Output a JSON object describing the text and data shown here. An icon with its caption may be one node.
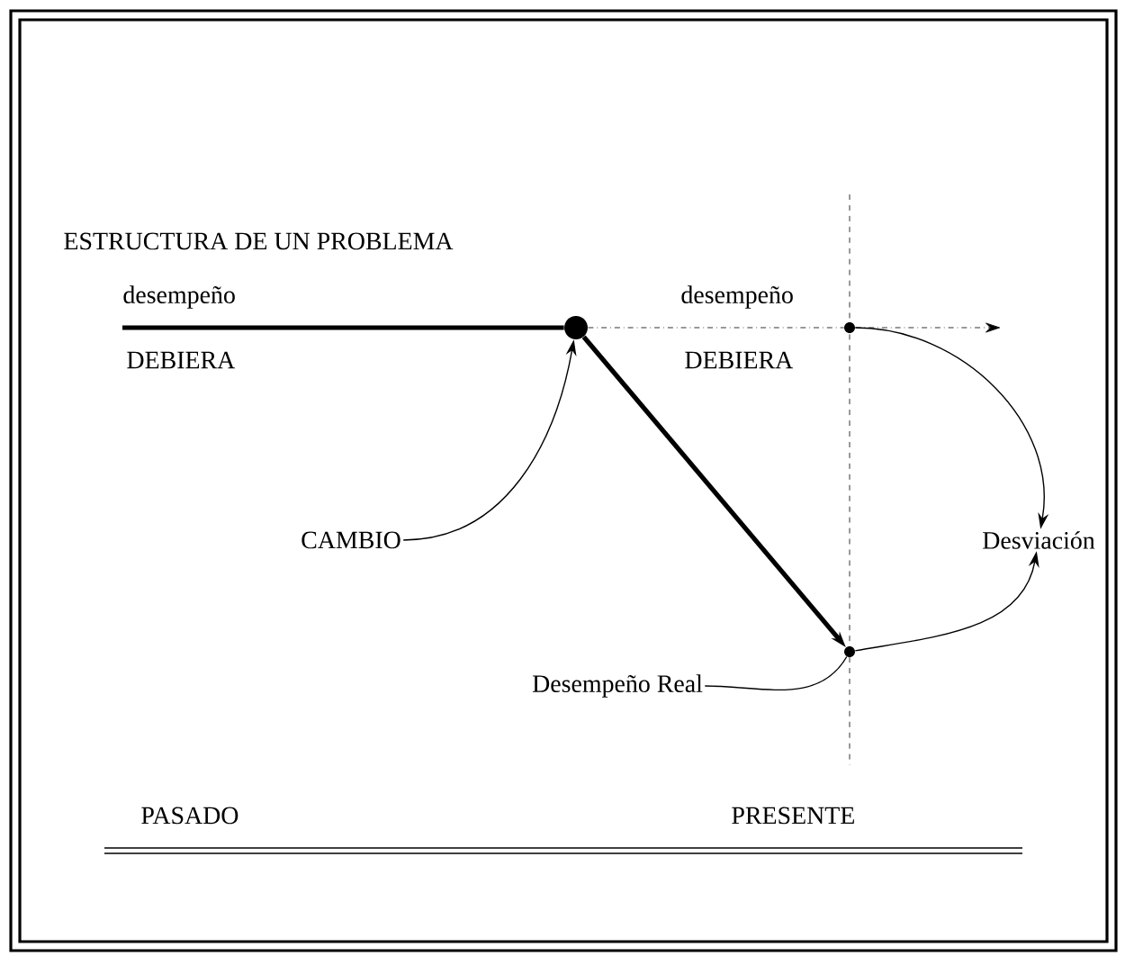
{
  "diagram": {
    "title": "ESTRUCTURA DE UN PROBLEMA",
    "nodes": [
      {
        "text": [],
        "shape": "circle"
      },
      {
        "text": [],
        "shape": "circle"
      },
      {
        "text": [],
        "shape": "circle"
      },
      {
        "text": [
          "CAMBIO"
        ]
      },
      {
        "text": [
          "Desviación"
        ]
      },
      {
        "text": [
          "Desempeño Real"
        ]
      }
    ],
    "edges": [
      {
        "from": null,
        "to": 0,
        "arrow": "none",
        "style": "thick"
      },
      {
        "from": 0,
        "to": 2,
        "arrow": "to",
        "style": "thick"
      },
      {
        "from": 0,
        "to": 1,
        "arrow": "none",
        "style": "dashed"
      },
      {
        "from": 1,
        "to": null,
        "arrow": "to",
        "style": "dashed"
      },
      {
        "from": 3,
        "to": 0,
        "arrow": "to"
      },
      {
        "from": 5,
        "to": 2,
        "arrow": "none"
      },
      {
        "from": 1,
        "to": 4,
        "arrow": "to"
      },
      {
        "from": 2,
        "to": 4,
        "arrow": "to"
      }
    ],
    "labels": [
      "desempeño",
      "DEBIERA",
      "desempeño",
      "DEBIERA",
      "PASADO",
      "PRESENTE"
    ]
  }
}
